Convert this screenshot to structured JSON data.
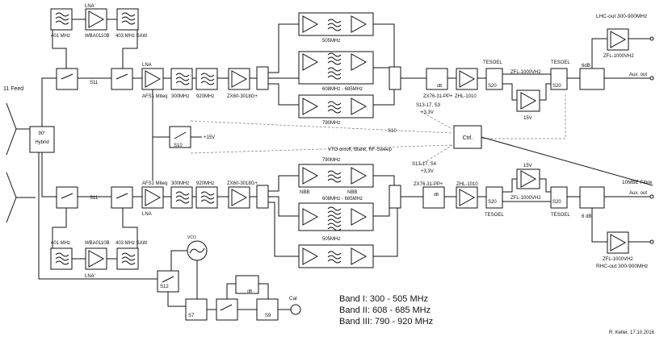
{
  "labels": {
    "feed": "11 Feed",
    "hybrid_line1": "90°",
    "hybrid_line2": "Hybrid",
    "lna_top": "LNA'",
    "lna_bottom": "LNA'",
    "f401_top": "401 MHz",
    "wba_top": "WBA0110B",
    "f403_top": "403 MHz SAW",
    "f401_bottom": "401 MHz",
    "wba_bottom": "WBA0110B",
    "f403_bottom": "403 MHz SAW",
    "s11_top": "S11",
    "s11_bottom": "S11",
    "lna_main_top": "LNA",
    "afs_top": "AFS1 Miteq",
    "afs_bottom": "AFS1 Miteq",
    "lna_main_bottom": "LNA",
    "f300_top": "300MHz",
    "f920_top": "920MHz",
    "f300_bottom": "300MHz",
    "f920_bottom": "920MHz",
    "zx60_top": "ZX60-3018G+",
    "zx60_bottom": "ZX60-3018G+",
    "b505_top": "505MHz",
    "b608_top": "608MHz - 685MHz",
    "b790_top": "790MHz",
    "b790_bottom": "790MHz",
    "nbb_left": "NBB",
    "nbb_right": "NBB",
    "b608_bottom": "608MHz - 685MHz",
    "b505_bottom": "505MHz",
    "s10_box": "S10",
    "plus15v": "+15V",
    "s10_line": "S10",
    "vto": "VTO on/off, Blank, RF-Sweep",
    "ctrl": "Ctrl.",
    "s13_top_a": "S13-17, S3",
    "s13_top_b": "+3,3V",
    "s13_bot_a": "S13-17, S4",
    "s13_bot_b": "+3,3V",
    "zx76_top": "ZX76-31-PP+",
    "zhl_top": "ZHL-1010",
    "zx76_bottom": "ZX76-31-PP+",
    "zhl_bottom": "ZHL-1010",
    "db_top": "dB",
    "db_bottom": "dB",
    "tesoel_1": "TESOEL",
    "tesoel_2": "TESOEL",
    "tesoel_3": "TESOEL",
    "tesoel_4": "TESOEL",
    "zfl_top_mid": "ZFL-1000VH2",
    "zfl_bot_mid": "ZFL-1000VH2",
    "v15_top": "15V",
    "v15_bottom": "15V",
    "s20_1": "S20",
    "s20_2": "S20",
    "s20_3": "S20",
    "s20_4": "S20",
    "lhc_out": "LHC-out 300-900MHz",
    "zfl_lhc": "ZFL-1000VH2",
    "db6_top": "6dB",
    "aux_top": "Aux. out",
    "fibre": "10MbE Fibre",
    "aux_bottom": "Aux. out",
    "db6_bottom": "6 dB",
    "zfl_rhc": "ZFL-1000VH2",
    "rhc_out": "RHC-out 300-900MHz",
    "vco": "VCO",
    "s12": "S12",
    "s7": "S7",
    "s9": "S9",
    "db_cal": "dB",
    "cal": "Cal",
    "band1": "Band I:  300 - 505 MHz",
    "band2": "Band II: 608 - 685 MHz",
    "band3": "Band III: 790 - 920 MHz",
    "credit": "R. Keller, 17.10.2016"
  }
}
